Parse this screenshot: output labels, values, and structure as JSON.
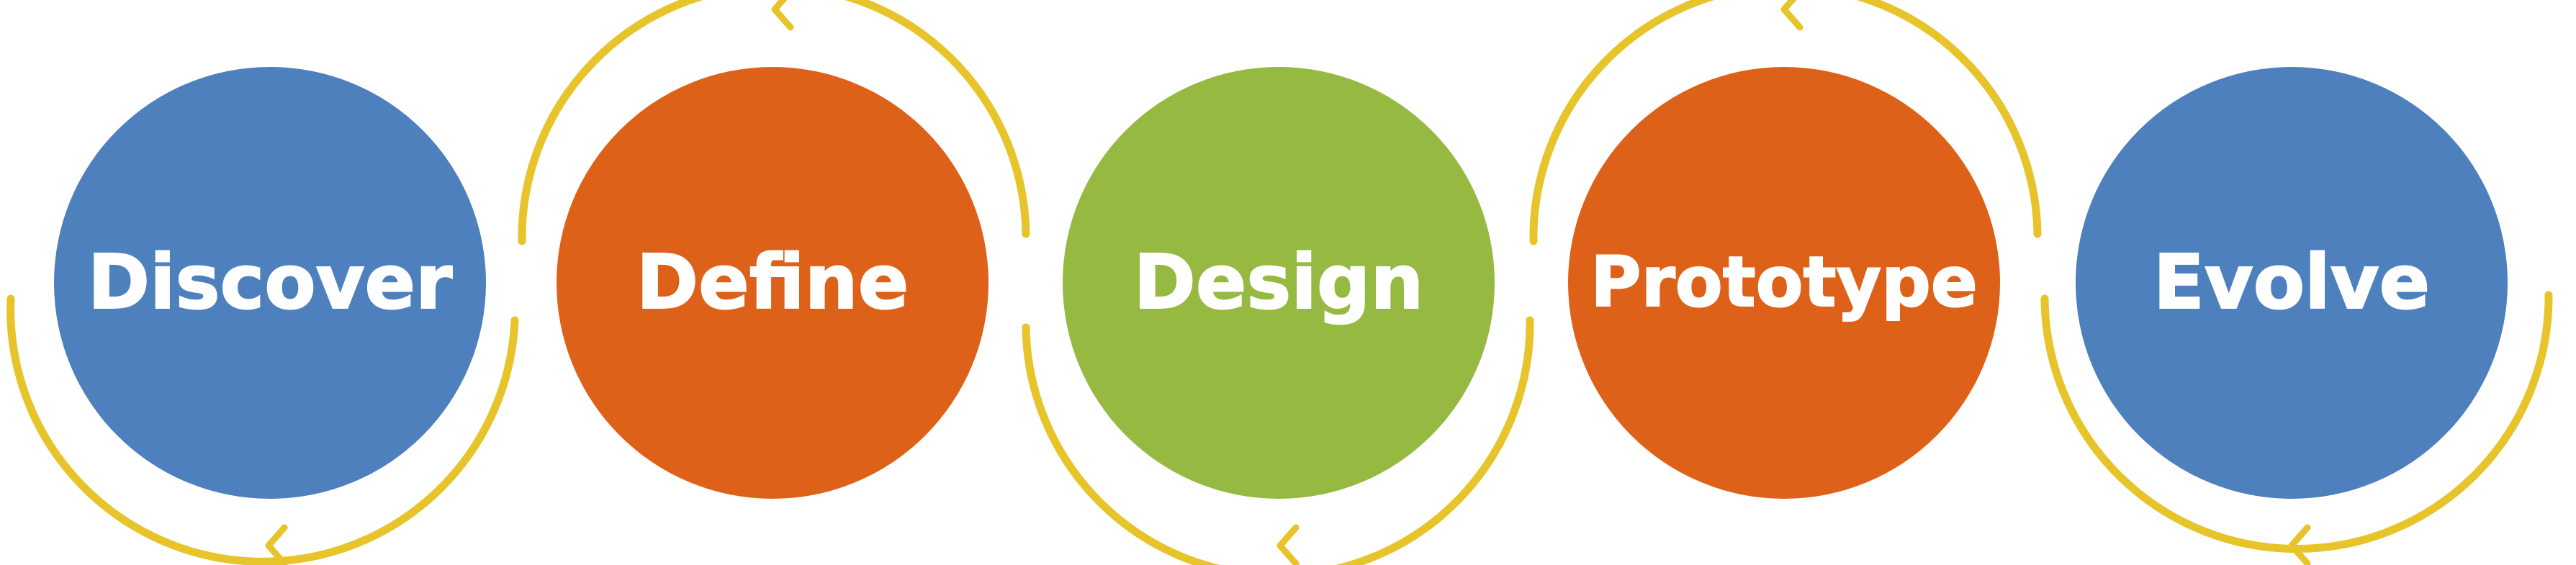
{
  "stages": [
    {
      "label": "Discover",
      "color": "#4e80bd"
    },
    {
      "label": "Define",
      "color": "#de6119"
    },
    {
      "label": "Design",
      "color": "#95b941"
    },
    {
      "label": "Prototype",
      "color": "#de6119"
    },
    {
      "label": "Evolve",
      "color": "#4e80bd"
    }
  ],
  "arc_color": "#e6c42a",
  "text_color": "#ffffff"
}
